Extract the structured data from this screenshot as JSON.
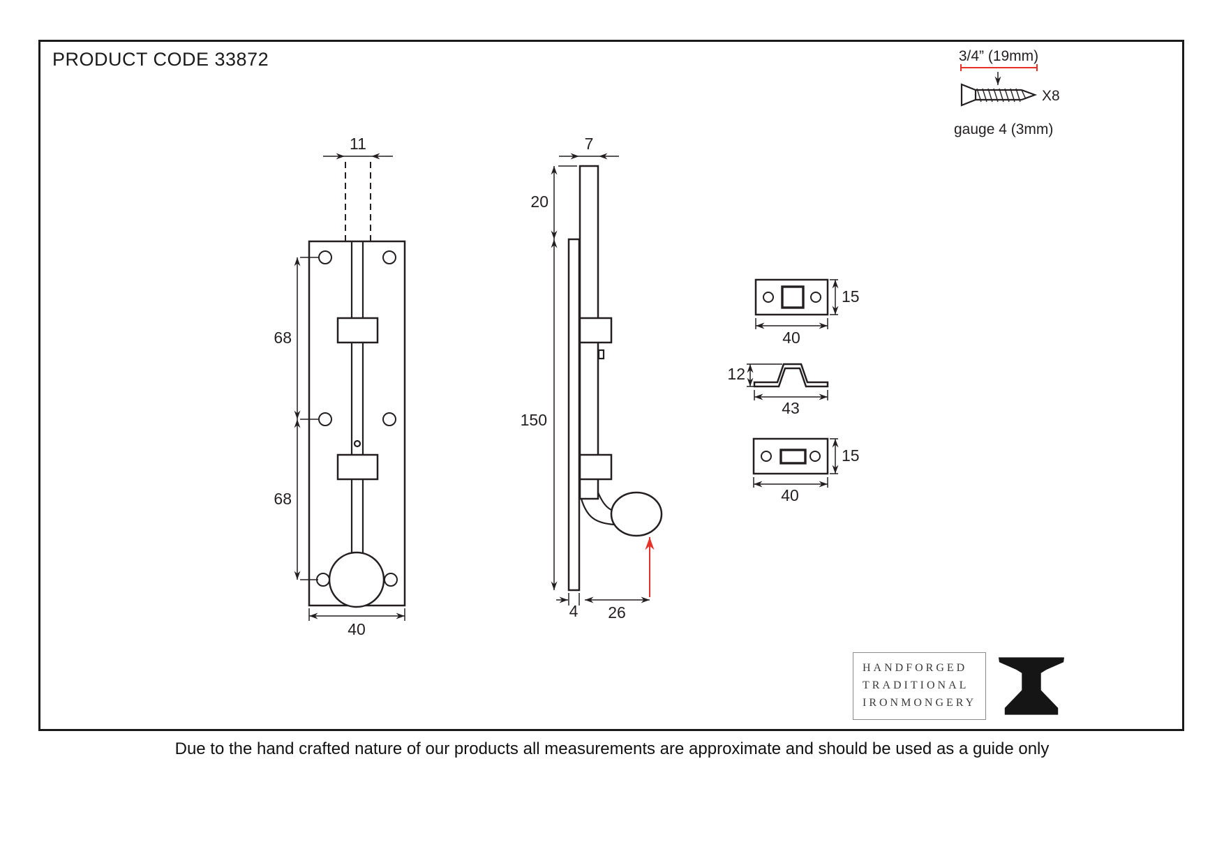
{
  "colors": {
    "line": "#231f20",
    "accent_red": "#e63028",
    "background": "#ffffff"
  },
  "header": {
    "product_code": "PRODUCT CODE 33872"
  },
  "screw_spec": {
    "length": "3/4” (19mm)",
    "quantity": "X8",
    "gauge": "gauge 4 (3mm)"
  },
  "front_view": {
    "dim_bolt_width": "11",
    "dim_upper_holes": "68",
    "dim_lower_holes": "68",
    "dim_plate_width": "40"
  },
  "side_view": {
    "dim_rod_dia": "7",
    "dim_top_throw": "20",
    "dim_plate_height": "150",
    "dim_plate_thickness": "4",
    "dim_knob_projection": "26"
  },
  "keep_square": {
    "dim_width": "40",
    "dim_height": "15"
  },
  "keep_bridge": {
    "dim_width": "43",
    "dim_height": "12"
  },
  "keep_slot": {
    "dim_width": "40",
    "dim_height": "15"
  },
  "logo": {
    "line1": "HANDFORGED",
    "line2": "TRADITIONAL",
    "line3": "IRONMONGERY"
  },
  "footer": {
    "disclaimer": "Due to the hand crafted nature of our products all measurements are approximate and should be used as a guide only"
  }
}
